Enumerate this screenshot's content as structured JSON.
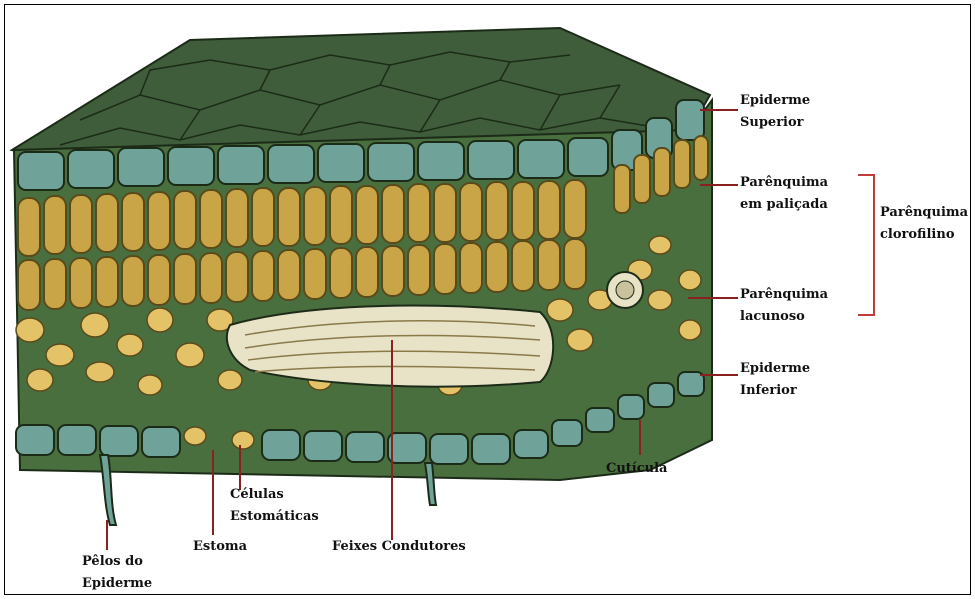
{
  "colors": {
    "top_surface": "#3f5d3a",
    "top_surface_lines": "#1c2b18",
    "epidermis_cell": "#6fa39a",
    "epidermis_fill": "#4f7c6e",
    "palisade_cell": "#c9a548",
    "palisade_dark": "#7b6a2e",
    "spongy_cell": "#e4c268",
    "mesophyll_bg": "#4a6f3f",
    "vein": "#e8e2c6",
    "bracket": "#c23b3b",
    "leader": "#8a2020"
  },
  "labels": {
    "epiderme_superior": [
      "Epiderme",
      "Superior"
    ],
    "parenquima_paliçada": [
      "Parênquima",
      "em paliçada"
    ],
    "parenquima_clorofilino": [
      "Parênquima",
      "clorofilino"
    ],
    "parenquima_lacunoso": [
      "Parênquima",
      "lacunoso"
    ],
    "epiderme_inferior": [
      "Epiderme",
      "Inferior"
    ],
    "cuticula": "Cutícula",
    "celulas_estomaticas": [
      "Células",
      "Estomáticas"
    ],
    "estoma": "Estoma",
    "feixes_condutores": "Feixes Condutores",
    "pelos_epiderme": [
      "Pêlos do",
      "Epiderme"
    ]
  }
}
